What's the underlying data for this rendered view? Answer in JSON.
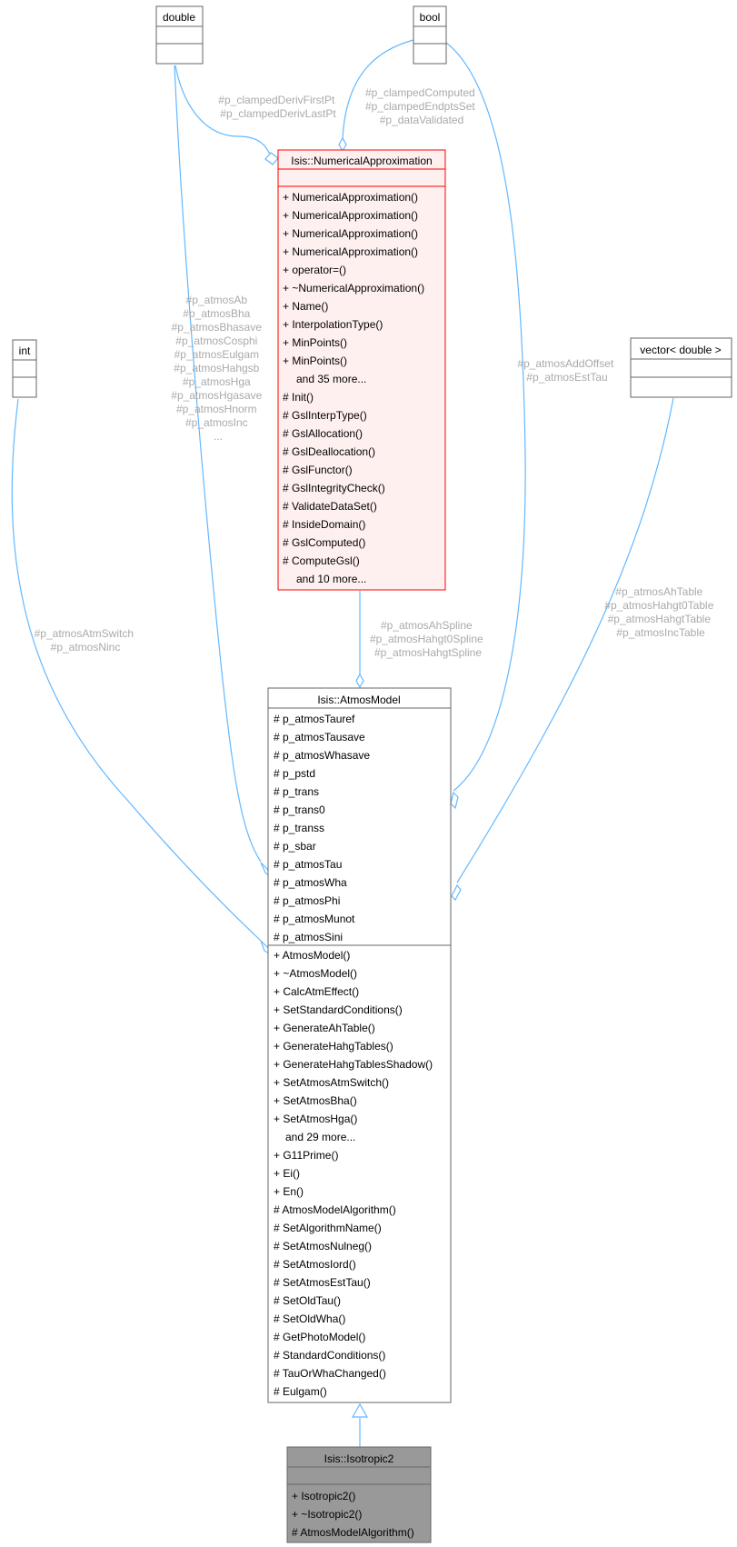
{
  "diagram": {
    "colors": {
      "edge": "#63b8ff",
      "edge_label": "#aaaaaa",
      "box_border": "#666666",
      "focus_border": "#ff0000",
      "focus_fill": "#fff0f0",
      "derived_fill": "#999999"
    },
    "double_box": {
      "title": "double"
    },
    "bool_box": {
      "title": "bool"
    },
    "int_box": {
      "title": "int"
    },
    "vector_box": {
      "title": "vector< double >"
    },
    "numapprox_box": {
      "title": "Isis::NumericalApproximation",
      "members": [
        "+ NumericalApproximation()",
        "+ NumericalApproximation()",
        "+ NumericalApproximation()",
        "+ NumericalApproximation()",
        "+ operator=()",
        "+ ~NumericalApproximation()",
        "+ Name()",
        "+ InterpolationType()",
        "+ MinPoints()",
        "+ MinPoints()",
        "and 35 more...",
        "# Init()",
        "# GslInterpType()",
        "# GslAllocation()",
        "# GslDeallocation()",
        "# GslFunctor()",
        "# GslIntegrityCheck()",
        "# ValidateDataSet()",
        "# InsideDomain()",
        "# GslComputed()",
        "# ComputeGsl()",
        "and 10 more..."
      ]
    },
    "atmos_box": {
      "title": "Isis::AtmosModel",
      "attributes": [
        "# p_atmosTauref",
        "# p_atmosTausave",
        "# p_atmosWhasave",
        "# p_pstd",
        "# p_trans",
        "# p_trans0",
        "# p_transs",
        "# p_sbar",
        "# p_atmosTau",
        "# p_atmosWha",
        "# p_atmosPhi",
        "# p_atmosMunot",
        "# p_atmosSini"
      ],
      "methods": [
        "+ AtmosModel()",
        "+ ~AtmosModel()",
        "+ CalcAtmEffect()",
        "+ SetStandardConditions()",
        "+ GenerateAhTable()",
        "+ GenerateHahgTables()",
        "+ GenerateHahgTablesShadow()",
        "+ SetAtmosAtmSwitch()",
        "+ SetAtmosBha()",
        "+ SetAtmosHga()",
        "and 29 more...",
        "+ G11Prime()",
        "+ Ei()",
        "+ En()",
        "# AtmosModelAlgorithm()",
        "# SetAlgorithmName()",
        "# SetAtmosNulneg()",
        "# SetAtmosIord()",
        "# SetAtmosEstTau()",
        "# SetOldTau()",
        "# SetOldWha()",
        "# GetPhotoModel()",
        "# StandardConditions()",
        "# TauOrWhaChanged()",
        "# Eulgam()"
      ]
    },
    "isotropic_box": {
      "title": "Isis::Isotropic2",
      "members": [
        "+ Isotropic2()",
        "+ ~Isotropic2()",
        "# AtmosModelAlgorithm()"
      ]
    },
    "labels": {
      "double_to_numapprox": [
        "#p_clampedDerivFirstPt",
        "#p_clampedDerivLastPt"
      ],
      "bool_to_numapprox": [
        "#p_clampedComputed",
        "#p_clampedEndptsSet",
        "#p_dataValidated"
      ],
      "double_to_atmos": [
        "#p_atmosAb",
        "#p_atmosBha",
        "#p_atmosBhasave",
        "#p_atmosCosphi",
        "#p_atmosEulgam",
        "#p_atmosHahgsb",
        "#p_atmosHga",
        "#p_atmosHgasave",
        "#p_atmosHnorm",
        "#p_atmosInc",
        "..."
      ],
      "bool_to_atmos": [
        "#p_atmosAddOffset",
        "#p_atmosEstTau"
      ],
      "int_to_atmos": [
        "#p_atmosAtmSwitch",
        "#p_atmosNinc"
      ],
      "numapprox_to_atmos": [
        "#p_atmosAhSpline",
        "#p_atmosHahgt0Spline",
        "#p_atmosHahgtSpline"
      ],
      "vector_to_atmos": [
        "#p_atmosAhTable",
        "#p_atmosHahgt0Table",
        "#p_atmosHahgtTable",
        "#p_atmosIncTable"
      ]
    }
  }
}
